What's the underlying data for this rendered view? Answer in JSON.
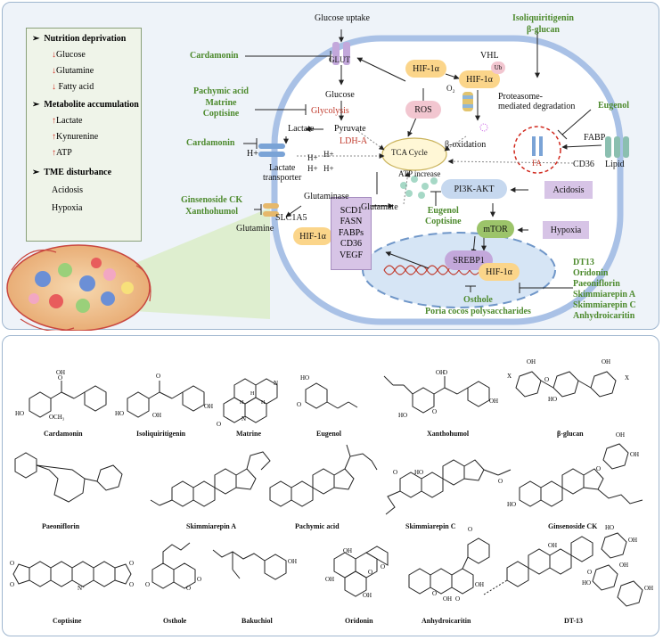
{
  "legend": {
    "nutrition_header": "Nutrition deprivation",
    "nutrition_items": [
      "Glucose",
      "Glutamine",
      "Fatty acid"
    ],
    "metabolite_header": "Metabolite accumulation",
    "metabolite_items": [
      "Lactate",
      "Kynurenine",
      "ATP"
    ],
    "tme_header": "TME disturbance",
    "tme_items": [
      "Acidosis",
      "Hypoxia"
    ]
  },
  "diagram": {
    "glucose_uptake": "Glucose uptake",
    "glut": "GLUT",
    "glucose": "Glucose",
    "glycolysis": "Glycolysis",
    "lactate": "Lactate",
    "pyruvate": "Pyruvate",
    "ldha": "LDH-A",
    "hplus_main": "H+",
    "hplus_scatter": [
      "H+",
      "H+",
      "H+",
      "H+"
    ],
    "lactate_transporter": "Lactate\ntransporter",
    "tca_cycle": "TCA Cycle",
    "ros": "ROS",
    "hif_left": "HIF-1α",
    "hif_right": "HIF-1α",
    "ub": "Ub",
    "vhl": "VHL",
    "o2": "O₂",
    "proteasome": "Proteasome-\nmediated degradation",
    "beta_oxidation": "β-oxidation",
    "fa": "FA",
    "fabp": "FABP",
    "cd36_membrane": "CD36",
    "lipid": "Lipid",
    "atp_increase": "ATP increase",
    "glutaminase": "Glutaminase",
    "glutamate": "Glutamate",
    "slc1a5": "SLC1A5",
    "glutamine": "Glutamine",
    "pi3k_akt": "PI3K-AKT",
    "acidosis": "Acidosis",
    "mtor": "mTOR",
    "hypoxia": "Hypoxia",
    "srebp1": "SREBP1",
    "hif_nucleus": "HIF-1α",
    "hif_outside": "HIF-1α",
    "targets": [
      "SCD1",
      "FASN",
      "FABPs",
      "CD36",
      "VEGF"
    ]
  },
  "drugs": {
    "cardamonin_glut": "Cardamonin",
    "glycolysis_inhibitors": [
      "Pachymic acid",
      "Matrine",
      "Coptisine"
    ],
    "cardamonin_lactate": "Cardamonin",
    "glutamine_inhibitors": [
      "Ginsenoside CK",
      "Xanthohumol"
    ],
    "isoliquiritigenin": [
      "Isoliquiritigenin",
      "β-glucan"
    ],
    "eugenol": "Eugenol",
    "eugenol_coptisine": [
      "Eugenol",
      "Coptisine"
    ],
    "osthole_poria": [
      "Osthole",
      "Poria cocos polysaccharides"
    ],
    "hif_inhibitors": [
      "DT13",
      "Oridonin",
      "Paeoniflorin",
      "Skimmiarepin A",
      "Skimmiarepin C",
      "Anhydroicaritin"
    ]
  },
  "molecules": {
    "row1": [
      "Cardamonin",
      "Isoliquiritigenin",
      "Matrine",
      "Eugenol",
      "Xanthohumol",
      "β-glucan"
    ],
    "row2": [
      "Paeoniflorin",
      "Skimmiarepin A",
      "Pachymic acid",
      "Skimmiarepin C",
      "Ginsenoside CK"
    ],
    "row3": [
      "Coptisine",
      "Osthole",
      "Bakuchiol",
      "Oridonin",
      "Anhydroicaritin",
      "DT-13"
    ]
  },
  "structure_labels": {
    "cardamonin": [
      "OH",
      "HO",
      "OCH₃",
      "O"
    ],
    "isoliquiritigenin": [
      "HO",
      "OH",
      "O",
      "OH"
    ],
    "matrine": [
      "N",
      "N",
      "H",
      "H",
      "H",
      "O"
    ],
    "eugenol": [
      "HO",
      "O"
    ],
    "xanthohumol": [
      "OH",
      "O",
      "HO",
      "O",
      "OH"
    ],
    "glucan": [
      "OH",
      "X",
      "O",
      "HO",
      "OH",
      "X"
    ],
    "skimmiarepin_c": [
      "HO",
      "O",
      "O"
    ],
    "ginsenoside": [
      "HO",
      "OH",
      "OH",
      "O"
    ],
    "coptisine": [
      "O",
      "O",
      "N⁺",
      "O",
      "O"
    ],
    "osthole": [
      "O",
      "O",
      "O"
    ],
    "bakuchiol": [
      "OH"
    ],
    "oridonin": [
      "OH",
      "OH",
      "O",
      "O",
      "OH"
    ],
    "anhydroicaritin": [
      "O",
      "OH",
      "O",
      "OH",
      "O"
    ],
    "dt13": [
      "OH",
      "HO",
      "OH",
      "OH",
      "HO",
      "OH",
      "O"
    ]
  },
  "colors": {
    "drug_green": "#4d8a2d",
    "red_text": "#c0392b",
    "cell_fill": "#ffffff",
    "cell_border": "#a9c1e6",
    "nucleus_fill": "#d6e5f5",
    "pill_orange": "#fbd58a",
    "pill_pink": "#f2c6d0",
    "pill_purple": "#d7c4e6",
    "pill_blue": "#c6d8ef",
    "pill_green": "#9cc46a",
    "pill_violet": "#c3a8db"
  }
}
